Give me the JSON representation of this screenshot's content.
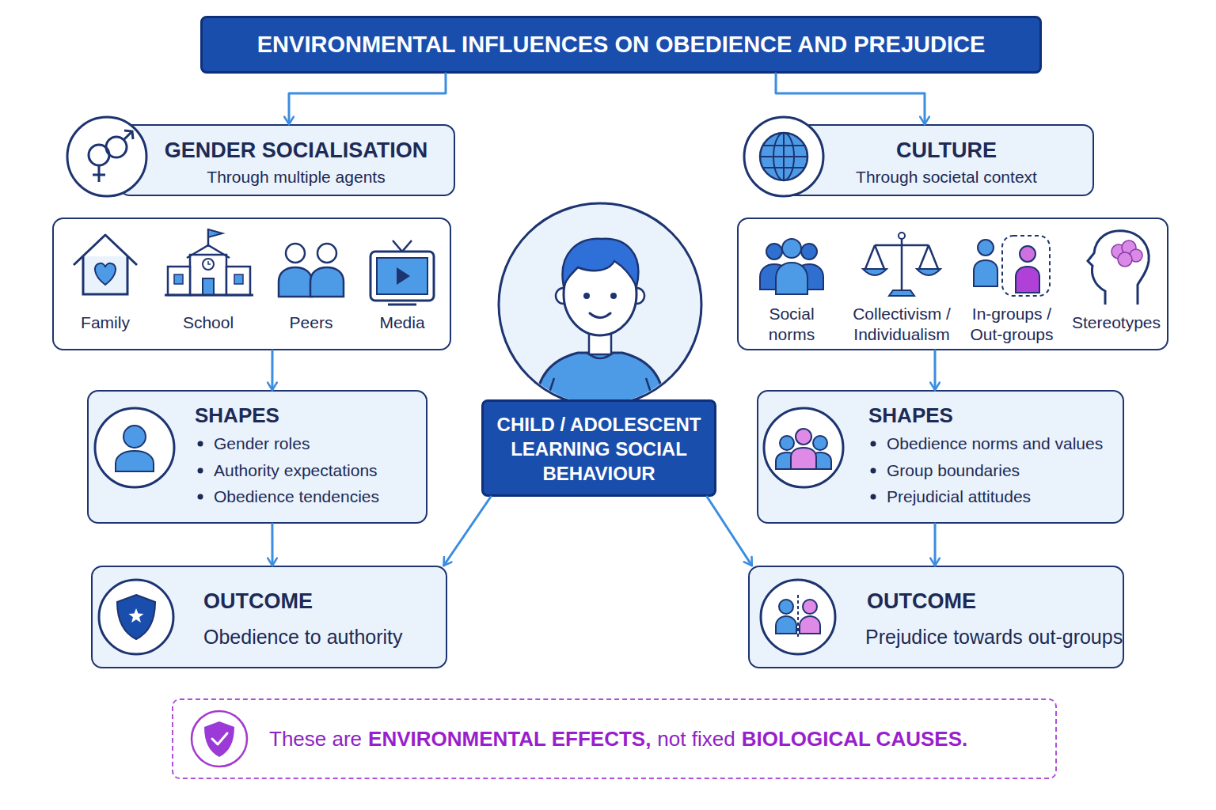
{
  "diagram": {
    "nodes": [
      {
        "text": [
          "ENVIRONMENTAL INFLUENCES ON OBEDIENCE AND PREJUDICE"
        ]
      },
      {
        "text": [
          "GENDER SOCIALISATION",
          "Through multiple agents"
        ]
      },
      {
        "text": [
          "CULTURE",
          "Through societal context"
        ]
      },
      {
        "text": [
          "Family",
          "School",
          "Peers",
          "Media"
        ]
      },
      {
        "text": [
          "Social norms",
          "Collectivism / Individualism",
          "In-groups / Out-groups",
          "Stereotypes"
        ]
      },
      {
        "text": [
          "CHILD / ADOLESCENT LEARNING SOCIAL BEHAVIOUR"
        ]
      },
      {
        "text": [
          "SHAPES",
          "Gender roles",
          "Authority expectations",
          "Obedience tendencies"
        ]
      },
      {
        "text": [
          "SHAPES",
          "Obedience norms and values",
          "Group boundaries",
          "Prejudicial attitudes"
        ]
      },
      {
        "text": [
          "OUTCOME",
          "Obedience to authority"
        ]
      },
      {
        "text": [
          "OUTCOME",
          "Prejudice towards out-groups"
        ]
      },
      {
        "text": [
          "These are",
          "ENVIRONMENTAL EFFECTS,",
          "not fixed",
          "BIOLOGICAL CAUSES."
        ]
      }
    ],
    "edges": [
      {
        "from": 0,
        "to": 1,
        "arrow": "to"
      },
      {
        "from": 0,
        "to": 2,
        "arrow": "to"
      },
      {
        "from": 3,
        "to": 6,
        "arrow": "to"
      },
      {
        "from": 4,
        "to": 7,
        "arrow": "to"
      },
      {
        "from": 5,
        "to": 8,
        "arrow": "to"
      },
      {
        "from": 5,
        "to": 9,
        "arrow": "to"
      },
      {
        "from": 6,
        "to": 8,
        "arrow": "to"
      },
      {
        "from": 7,
        "to": 9,
        "arrow": "to"
      }
    ]
  }
}
